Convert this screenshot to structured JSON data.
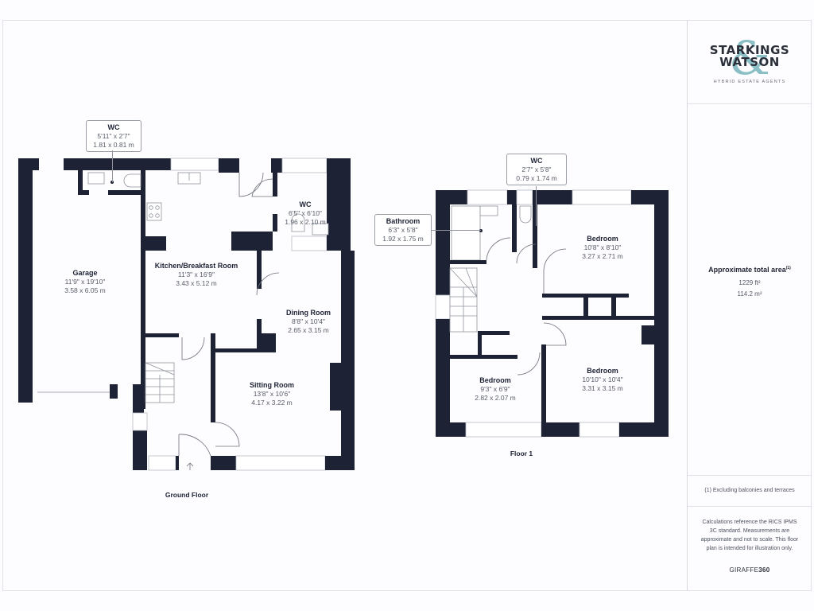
{
  "brand": {
    "line1": "STARKINGS",
    "line2": "WATSON",
    "ampersand": "&",
    "tagline": "HYBRID ESTATE AGENTS",
    "accent_color": "#8bbfc6",
    "text_color": "#2b2f3a"
  },
  "area": {
    "title": "Approximate total area",
    "footnote_marker": "(1)",
    "sq_ft": "1229 ft²",
    "sq_m": "114.2 m²"
  },
  "notes": {
    "exclusion": "(1) Excluding balconies and terraces",
    "disclaimer": "Calculations reference the RICS IPMS 3C standard. Measurements are approximate and not to scale. This floor plan is intended for illustration only.",
    "provider_prefix": "GIRAFFE",
    "provider_suffix": "360"
  },
  "colors": {
    "wall": "#1d2235",
    "background": "#fdfcfe",
    "window": "#ffffff"
  },
  "floors": {
    "ground": {
      "label": "Ground Floor",
      "rooms": {
        "wc_callout": {
          "name": "WC",
          "imperial": "5'11\" x 2'7\"",
          "metric": "1.81 x 0.81 m"
        },
        "garage": {
          "name": "Garage",
          "imperial": "11'9\" x 19'10\"",
          "metric": "3.58 x 6.05 m"
        },
        "kitchen": {
          "name": "Kitchen/Breakfast Room",
          "imperial": "11'3\" x 16'9\"",
          "metric": "3.43 x 5.12 m"
        },
        "wc": {
          "name": "WC",
          "imperial": "6'5\" x 6'10\"",
          "metric": "1.96 x 2.10 m"
        },
        "dining": {
          "name": "Dining Room",
          "imperial": "8'8\" x 10'4\"",
          "metric": "2.65 x 3.15 m"
        },
        "sitting": {
          "name": "Sitting Room",
          "imperial": "13'8\" x 10'6\"",
          "metric": "4.17 x 3.22 m"
        }
      }
    },
    "first": {
      "label": "Floor 1",
      "rooms": {
        "wc_callout": {
          "name": "WC",
          "imperial": "2'7\" x 5'8\"",
          "metric": "0.79 x 1.74 m"
        },
        "bathroom_callout": {
          "name": "Bathroom",
          "imperial": "6'3\" x 5'8\"",
          "metric": "1.92 x 1.75 m"
        },
        "bedroom_front_right": {
          "name": "Bedroom",
          "imperial": "10'8\" x 8'10\"",
          "metric": "3.27 x 2.71 m"
        },
        "bedroom_small": {
          "name": "Bedroom",
          "imperial": "9'3\" x 6'9\"",
          "metric": "2.82 x 2.07 m"
        },
        "bedroom_rear_right": {
          "name": "Bedroom",
          "imperial": "10'10\" x 10'4\"",
          "metric": "3.31 x 3.15 m"
        }
      }
    }
  }
}
